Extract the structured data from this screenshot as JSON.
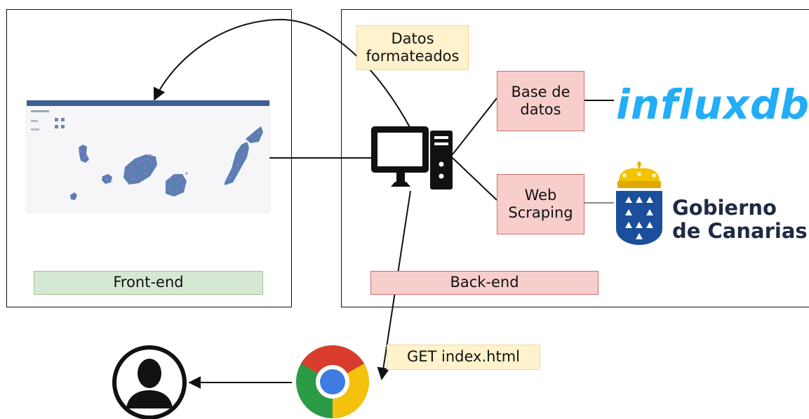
{
  "frontend": {
    "label": "Front-end"
  },
  "backend": {
    "label": "Back-end"
  },
  "annotations": {
    "datos_formateados": "Datos\nformateados",
    "get_index": "GET index.html"
  },
  "boxes": {
    "base_de_datos": "Base de\ndatos",
    "web_scraping": "Web\nScraping"
  },
  "logos": {
    "influxdb": "influxdb",
    "gobierno_line1": "Gobierno",
    "gobierno_line2": "de Canarias"
  },
  "colors": {
    "frontend_fill": "#d5e8d4",
    "backend_fill": "#f8cecc",
    "annotation_fill": "#fff2cc",
    "influx_blue": "#22adf6",
    "gobierno_navy": "#1f2a44",
    "map_island": "#5b7fb0",
    "map_points": "#b36be0"
  },
  "icons": [
    "map-screenshot-icon",
    "computer-icon",
    "chrome-icon",
    "user-icon",
    "gobierno-crest-icon"
  ]
}
